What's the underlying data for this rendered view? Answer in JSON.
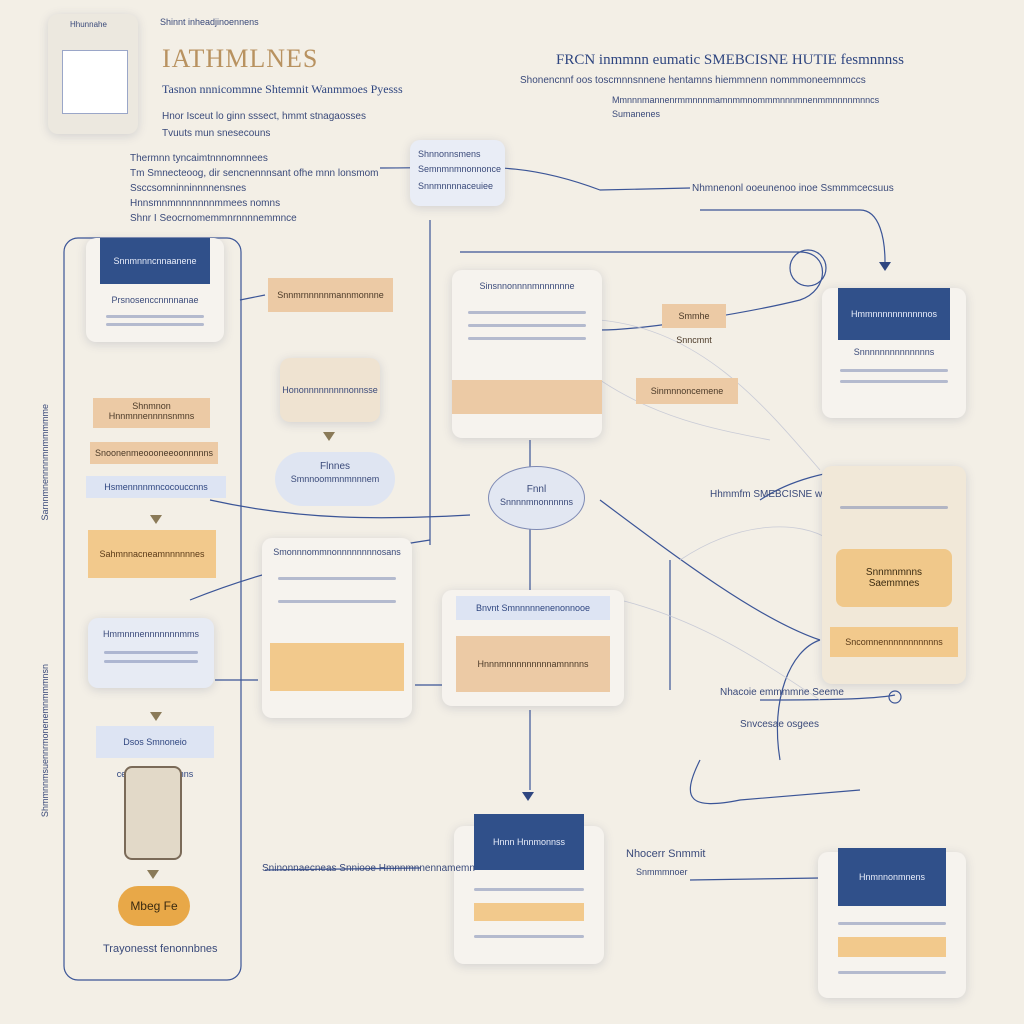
{
  "header": {
    "badge_top": "Hhunnahe",
    "small_top": "Shinnt inheadjinoennens",
    "title": "IATHMLNES",
    "subtitle_1": "Tasnon nnnicommne Shtemnit Wanmmoes Pyesss",
    "subtitle_2": "Hnor Isceut lo ginn sssect, hmmt stnagaosses",
    "subtitle_3": "Tvuuts mun snesecouns",
    "right_title": "FRCN inmmnn eumatic SMEBCISNE HUTIE fesmnnnss",
    "right_line_1": "Shonencnnf oos toscmnnsnnene hentamns hiemmnenn nommmoneemnmccs",
    "right_line_2": "Mmnnnmannenrmmnnnmamnmmnommmnnnmnenmmnnnnmnncs",
    "right_line_3": "Sumanenes"
  },
  "notes": {
    "left_note": [
      "Thermnn tyncaimtnnnomnnees",
      "Tm Smnecteoog, dir sencnennnsant ofhe mnn lonsmom",
      "Ssccsomninninnnnensnes",
      "Hnnsmnmnnnnnnnmmees nomns",
      "Shnr I Seocrnomemmnrnnnnemmnce"
    ],
    "center_note": [
      "Shnnonnsmens",
      "Semnmnmnonnonce",
      "Snnmnnnnaceuiee"
    ],
    "right_note": "Nhmnenonl ooeunenoo inoe Ssmmmcecsuus",
    "mid_right": "Hhmmfm SMEBCISNE whmrmmntmmnmmnms",
    "lower_right_1": "Nhacoie emmmmne Seeme",
    "lower_right_2": "Snvcesae osgees",
    "bottom_mid": "Sninonnaecneas Snniooe Hmnnmnnennamemn",
    "bottom_right_label": "Nhocerr Snmmit",
    "bottom_right_sub": "Snmmmnoer"
  },
  "left_panel": {
    "card_top": "Snnmnnncnnaanene",
    "card_top_sub": "Prsnosenccnnnnanae",
    "box1": "Shnmnon",
    "box1_sub": "Hnnmnnennnnsnmns",
    "box2": "Snoonenmeoooneeoonnnnns",
    "box3": "Hsmennnnmncocouccnns",
    "box4": "Sahmnnacneamnnnnnnes",
    "box5": "Hmmnnnennnnnnnmms",
    "box6": "Dsos Smnoneio ceneoeneemeanns",
    "pill": "Mbeg Fe",
    "footer": "Trayonesst fenonnbnes",
    "vertical_1": "Sarnnmnennnnmnmmmmme",
    "vertical_2": "Shmmnnmsuennrmonenemnmmmnsn"
  },
  "center": {
    "peach_top": "Snnmrnnnnnmannmonnne",
    "card2": "Hononnnnnnnnnonnsse",
    "cloud_title": "Flnnes",
    "cloud_sub": "Smnnoommnmnnnem",
    "card3": "Smonnnommnonnnnnnnnosans",
    "main_card_top": "Sinsnnonnnnmnnnnnne",
    "oval_title": "Fnnl",
    "oval_sub": "Snnnnmnonnnnns",
    "lower_card_title": "Bnvnt Smnnnnnenenonnooe",
    "lower_card_body": "Hnnnmnnnnnnnnnamnnnns",
    "bottom_card_title": "Hnnn Hnnmonnss",
    "small_tag1": "Smmhe Snncmnt",
    "small_tag2": "Sinmnnoncemene"
  },
  "right_panel": {
    "card_top": "Hmmnnnnnnnnnnnos",
    "card_top_sub": "Snnnnnnnnnnnnnns",
    "orange_title": "Snnmnmnns",
    "orange_sub": "Saemmnes",
    "orange_bottom": "Sncomnennnnnnnnnnns",
    "bottom_card_title": "Hnmnnonmnens"
  },
  "colors": {
    "background": "#f3efe6",
    "navy": "#30508a",
    "peach": "#eccaa5",
    "orange": "#e8a848",
    "light_blue": "#dde4f3"
  }
}
